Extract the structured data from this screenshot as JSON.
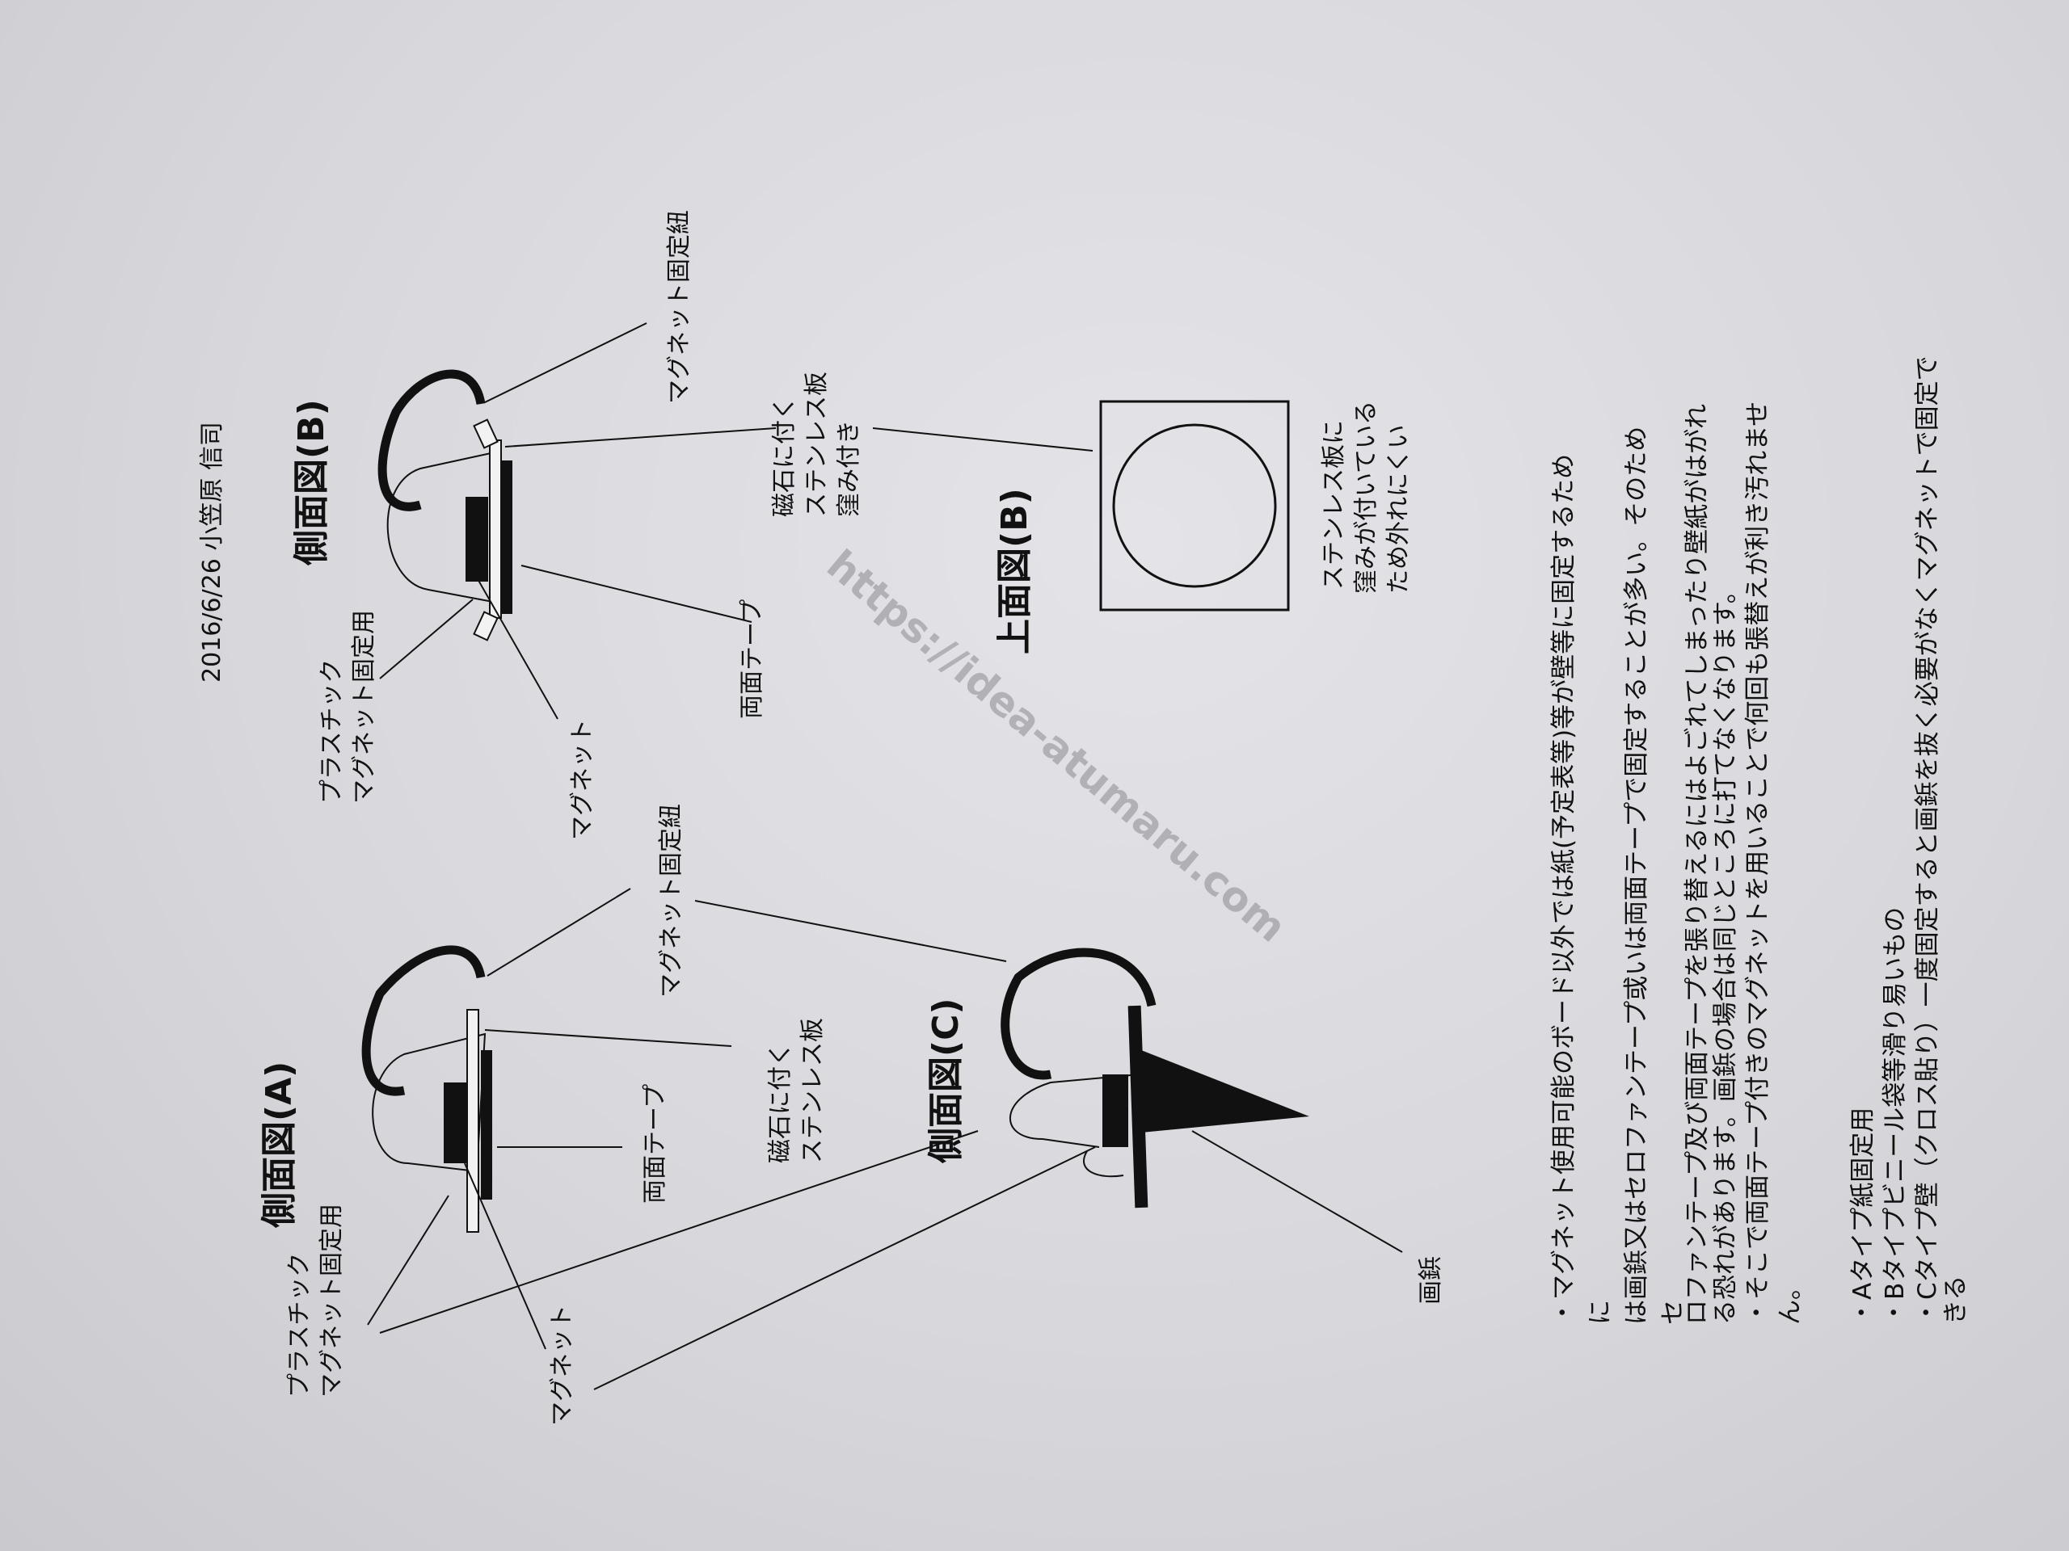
{
  "header": {
    "date_author": "2016/6/26  小笠原  信司"
  },
  "watermark": "https://idea-atumaru.com",
  "views": {
    "side_a": {
      "title": "側面図(A)",
      "plastic_label": [
        "プラスチック",
        "マグネット固定用"
      ],
      "magnet_label": "マグネット",
      "tape_label": "両面テープ",
      "string_label": "マグネット固定紐",
      "steel_label": [
        "磁石に付く",
        "ステンレス板"
      ]
    },
    "side_b": {
      "title": "側面図(B)",
      "plastic_label": [
        "プラスチック",
        "マグネット固定用"
      ],
      "magnet_label": "マグネット",
      "tape_label": "両面テープ",
      "string_label": "マグネット固定紐",
      "steel_label": [
        "磁石に付く",
        "ステンレス板",
        "窪み付き"
      ]
    },
    "side_c": {
      "title": "側面図(C)",
      "pin_label": "画鋲"
    },
    "top_b": {
      "title": "上面図(B)",
      "note": [
        "ステンレス板に",
        "窪みが付いている",
        "ため外れにくい"
      ]
    }
  },
  "notes": {
    "paragraph": [
      "・マグネット使用可能のボード以外では紙(予定表等)等が壁等に固定するため",
      "に",
      "は画鋲又はセロファンテープ或いは両面テープで固定することが多い。そのため",
      "セ",
      "ロファンテープ及び両面テープを張り替えるにはよごれてしまったり壁紙がはがれ",
      "る恐れがあります。画鋲の場合は同じところに打てなくなります。",
      "・そこで両面テープ付きのマグネットを用いることで何回も張替えが利き汚れませ",
      "ん。"
    ],
    "types": [
      "・Aタイプ紙固定用",
      "・Bタイプビニール袋等滑り易いもの",
      "・Cタイプ壁（クロス貼り）一度固定すると画鋲を抜く必要がなくマグネットで固定で",
      "きる"
    ]
  }
}
